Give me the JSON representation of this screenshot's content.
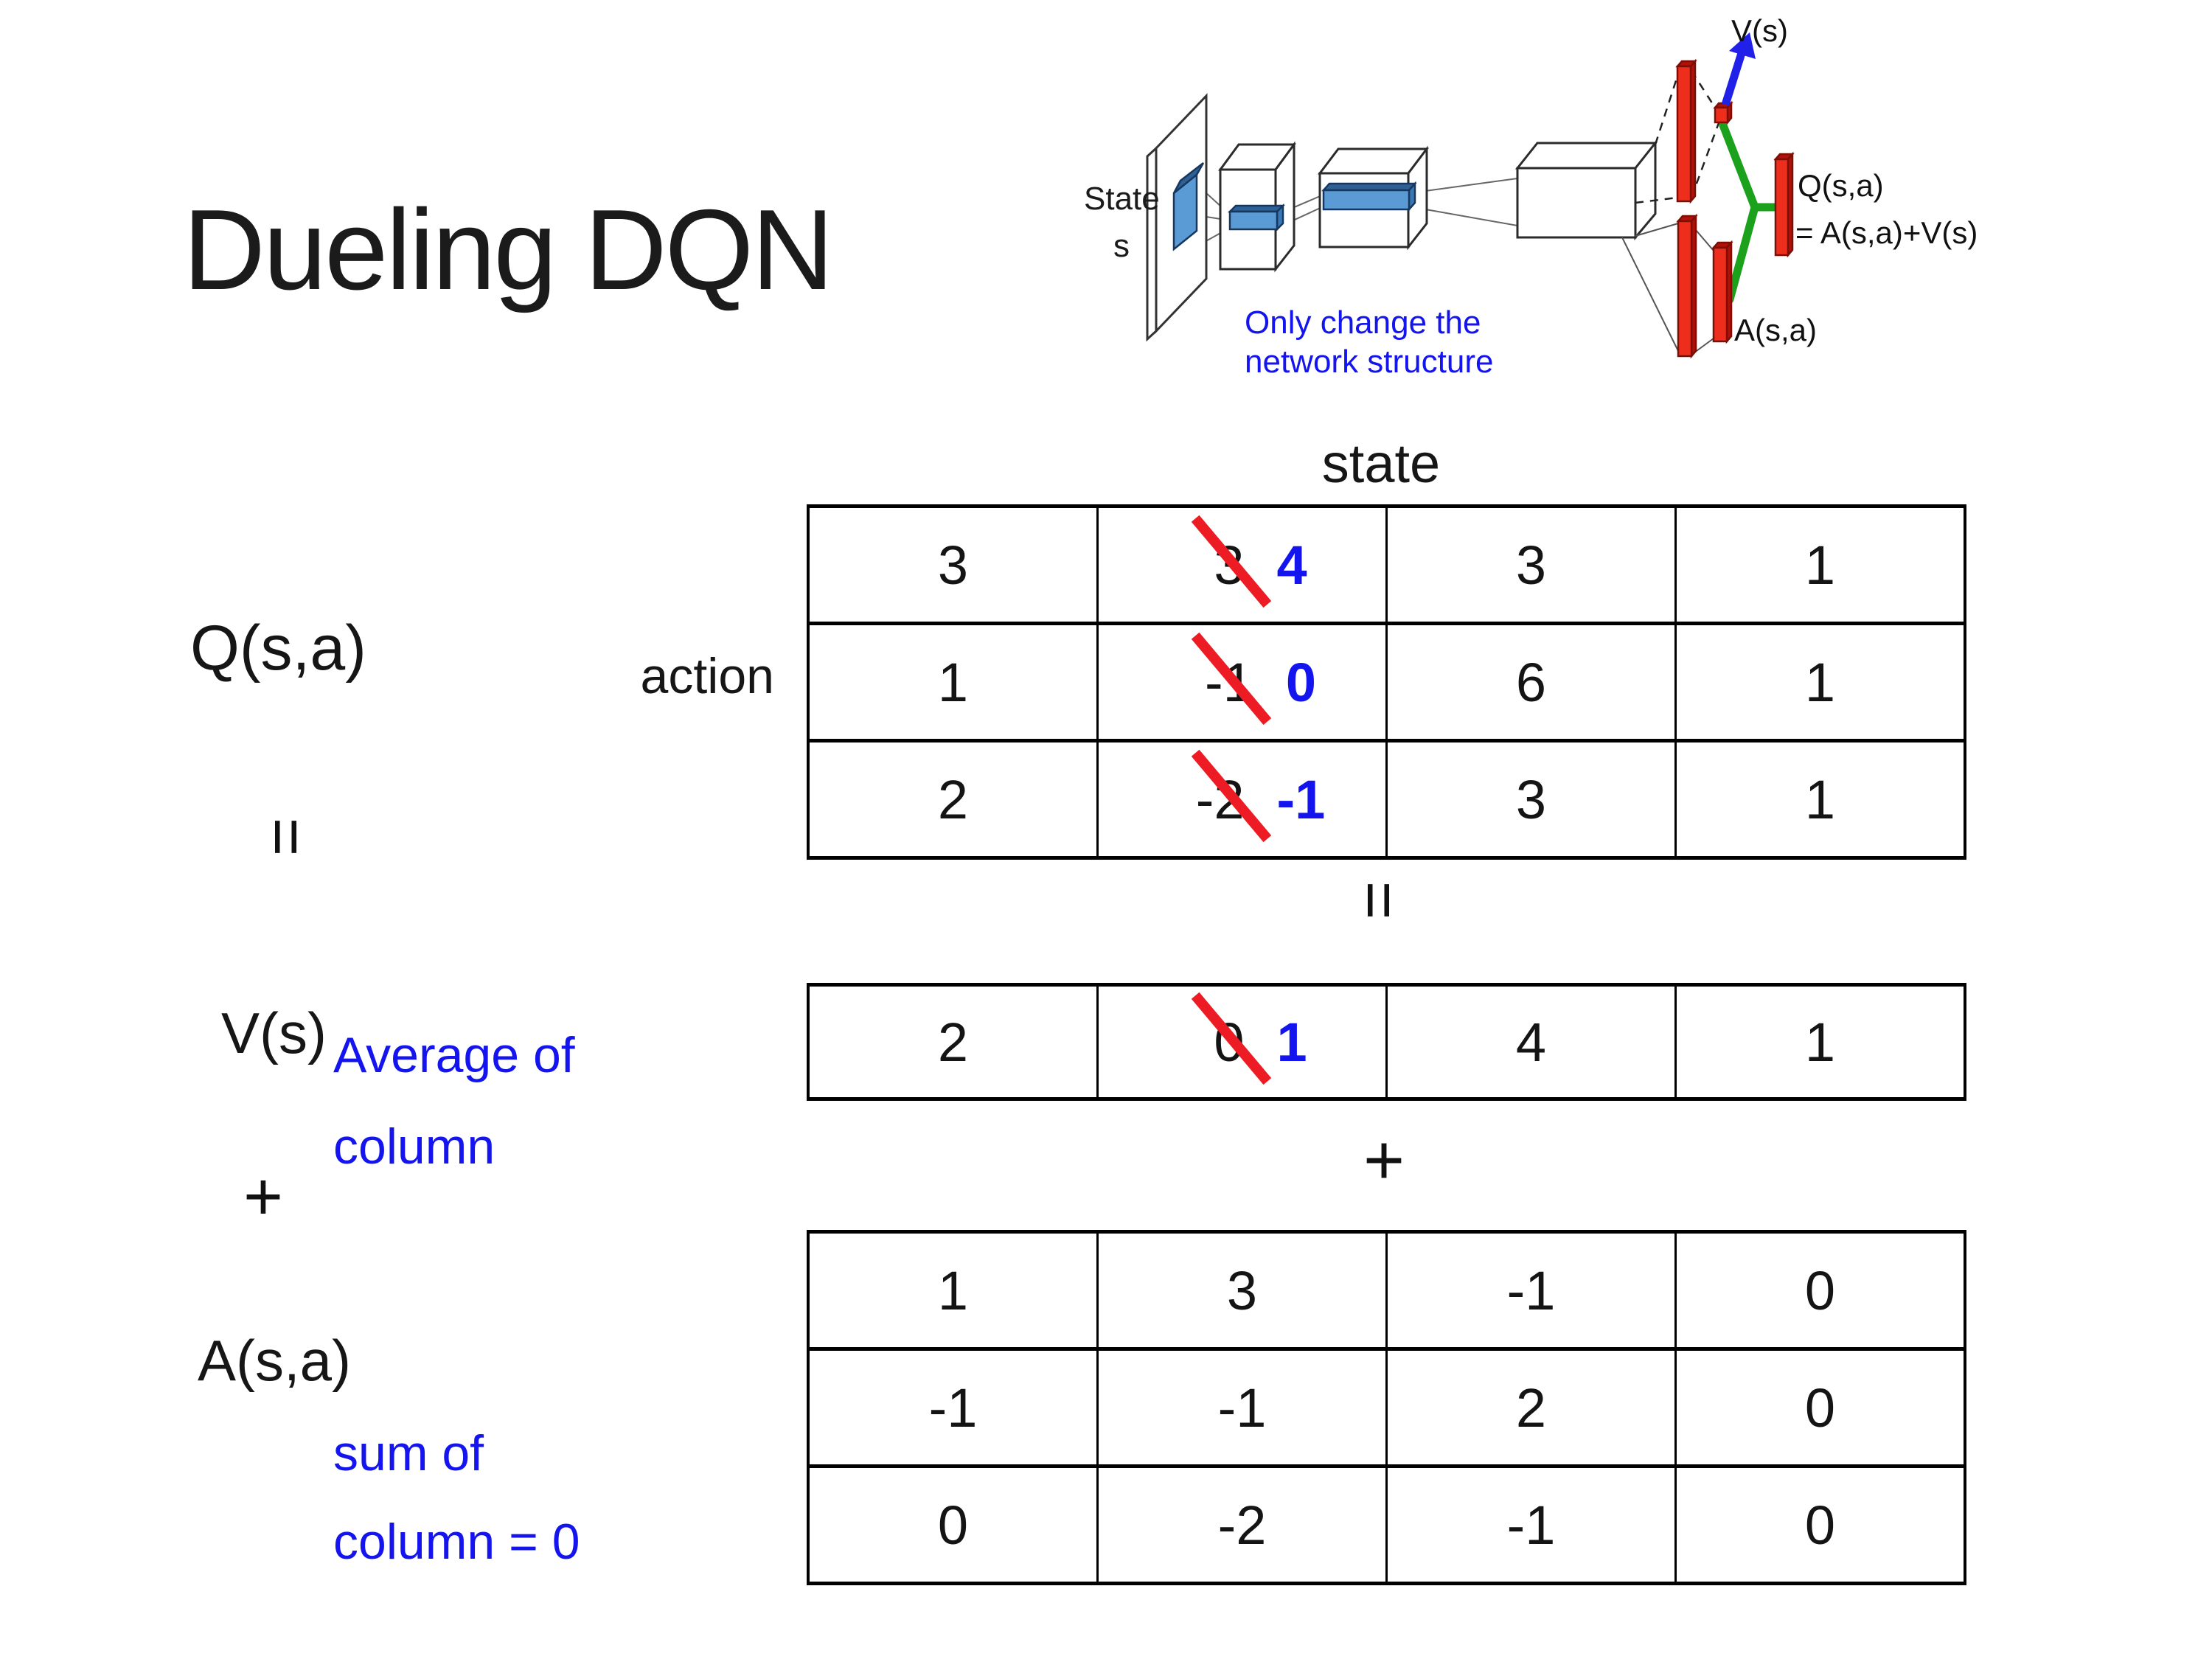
{
  "title": "Dueling DQN",
  "colors": {
    "annotation_blue": "#1414ee",
    "strike_red": "#ed1c24",
    "bar_red": "#ee2e1d",
    "box_blue": "#5b9bd5",
    "connector_green": "#1ba11b"
  },
  "diagram": {
    "state_line1": "State",
    "state_line2": "s",
    "note_line1": "Only change the",
    "note_line2": "network structure",
    "v_out_label": "V(s)",
    "q_out_label": "Q(s,a)",
    "q_out_formula": "= A(s,a)+V(s)",
    "a_out_label": "A(s,a)"
  },
  "equation": {
    "q_label": "Q(s,a)",
    "state_label": "state",
    "action_label": "action",
    "v_label": "V(s)",
    "a_label": "A(s,a)",
    "equals": "=",
    "plus": "+",
    "avg_note_line1": "Average of",
    "avg_note_line2": "column",
    "sum_note_line1": "sum of",
    "sum_note_line2": "column = 0",
    "q_table": {
      "rows": [
        {
          "cells": [
            {
              "v": "3"
            },
            {
              "v": "3",
              "replacement": "4"
            },
            {
              "v": "3"
            },
            {
              "v": "1"
            }
          ]
        },
        {
          "cells": [
            {
              "v": "1"
            },
            {
              "v": "-1",
              "replacement": "0"
            },
            {
              "v": "6"
            },
            {
              "v": "1"
            }
          ]
        },
        {
          "cells": [
            {
              "v": "2"
            },
            {
              "v": "-2",
              "replacement": "-1"
            },
            {
              "v": "3"
            },
            {
              "v": "1"
            }
          ]
        }
      ]
    },
    "v_table": {
      "rows": [
        {
          "cells": [
            {
              "v": "2"
            },
            {
              "v": "0",
              "replacement": "1"
            },
            {
              "v": "4"
            },
            {
              "v": "1"
            }
          ]
        }
      ]
    },
    "a_table": {
      "rows": [
        {
          "cells": [
            {
              "v": "1"
            },
            {
              "v": "3"
            },
            {
              "v": "-1"
            },
            {
              "v": "0"
            }
          ]
        },
        {
          "cells": [
            {
              "v": "-1"
            },
            {
              "v": "-1"
            },
            {
              "v": "2"
            },
            {
              "v": "0"
            }
          ]
        },
        {
          "cells": [
            {
              "v": "0"
            },
            {
              "v": "-2"
            },
            {
              "v": "-1"
            },
            {
              "v": "0"
            }
          ]
        }
      ]
    }
  }
}
